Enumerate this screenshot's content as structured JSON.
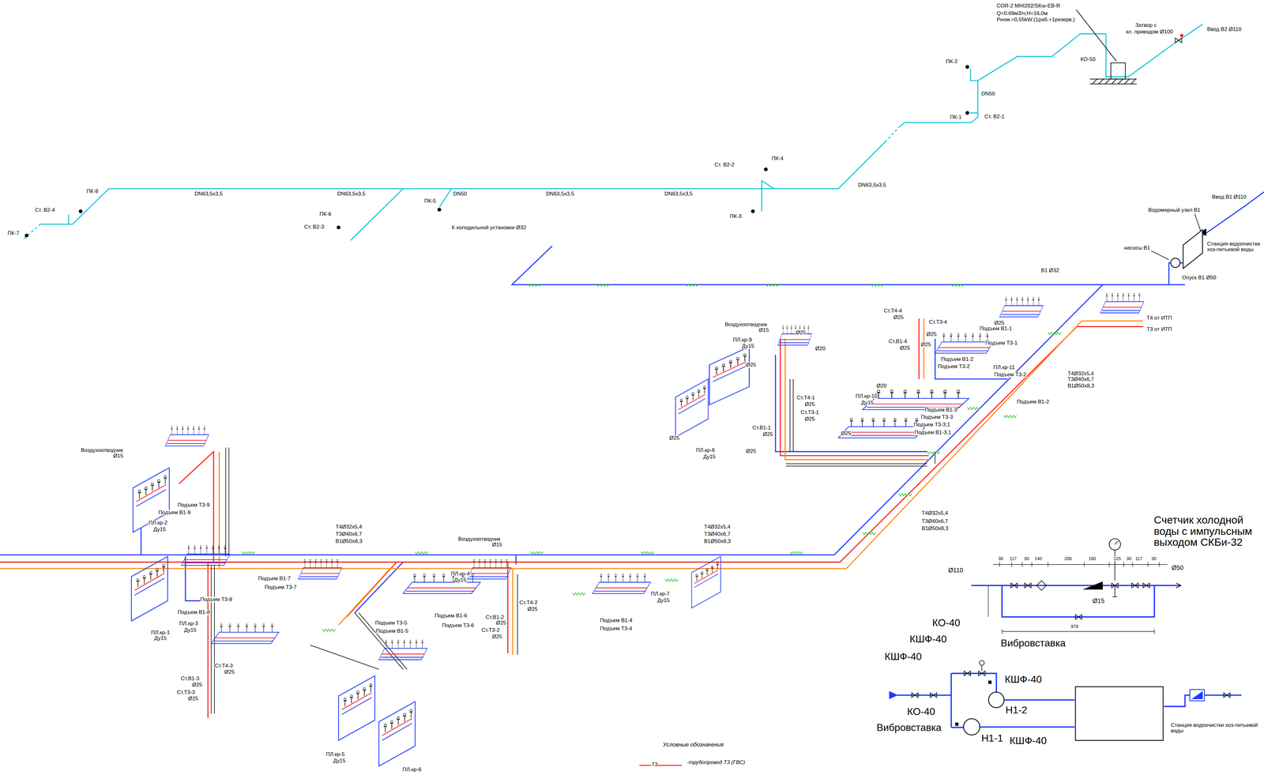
{
  "diagram": {
    "nodes": [
      {
        "text": [
          "насосы В1"
        ]
      },
      {
        "text": [
          "Станция водоочистки хоз-питьевой воды"
        ]
      },
      {
        "text": [
          "Н1-2"
        ]
      },
      {
        "text": [
          "Н1-1"
        ]
      },
      {
        "text": [
          "Станция водоочистки хоз-питьевой воды"
        ]
      }
    ],
    "edges": [
      {
        "from": 1,
        "to": 0,
        "arrow": "none"
      },
      {
        "from": 2,
        "to": 4,
        "arrow": "none"
      },
      {
        "from": 3,
        "to": 4,
        "arrow": "none"
      }
    ],
    "labels": [
      "COR-2 MHI202/SKw-EB-R",
      "Q=0.69м3/ч;H=16,0м",
      "Pном.=0,55kW.(1раб.+1резерв.)",
      "Затвор с",
      "эл. приводом Ø100",
      "Ввод В2 Ø110",
      "КО-50",
      "ПК-2",
      "DN50",
      "ПК-1",
      "Ст. В2-1",
      "Ст. В2-2",
      "ПК-4",
      "ПК-3",
      "ПК-8",
      "Ст. В2-4",
      "ПК-7",
      "DN63,5x3,5",
      "DN63,5x3,5",
      "DN63,5x3,5",
      "DN63,5x3,5",
      "DN63,5x3,5",
      "ПК-6",
      "Ст. В2-3",
      "ПК-5",
      "DN50",
      "К холодильной установки Ø32",
      "В1 Ø32",
      "Ввод В1 Ø110",
      "Водомерный узел В1",
      "Опуск В1 Ø50",
      "Т4 от ИТП",
      "Т3 от ИТП",
      "Ст.Т4-4",
      "Ø25",
      "Ст.Т3-4",
      "Ø25",
      "Ст.В1-4",
      "Ø25",
      "Ø25",
      "Ø25",
      "Подъем В1-1",
      "Подъем Т3-1",
      "Подъем В1-2",
      "Подъем Т3-2",
      "ПЛ.кр-11",
      "Подъем Т3-2",
      "Т4Ø32x5,4",
      "Т3Ø40x6,7",
      "В1Ø50x8,3",
      "Ø20",
      "ПЛ.кр-10",
      "Ду15",
      "Подъем В1-2",
      "Подъем В1-3",
      "Подъем Т3-3",
      "Подъем Т3-3,1",
      "Подъем В1-3,1",
      "Ø25",
      "Воздухоотводчик",
      "Ø15",
      "Ø25",
      "ПЛ.кр-9",
      "Ду15",
      "Ø20",
      "Ø25",
      "Ст.Т4-1",
      "Ø25",
      "Ст.Т3-1",
      "Ø25",
      "Ст.В1-1",
      "Ø25",
      "Ø25",
      "ПЛ.кр-8",
      "Ду15",
      "Ø25",
      "Т4Ø32x5,4",
      "Т3Ø40x6,7",
      "В1Ø50x8,3",
      "Воздухоотводчик",
      "Ø15",
      "Подъем Т3-9",
      "Подъем В1-9",
      "ПЛ.кр-2",
      "Ду15",
      "Т4Ø32x5,4",
      "Т3Ø40x6,7",
      "В1Ø50x8,3",
      "Т4Ø32x5,4",
      "Т3Ø40x6,7",
      "В1Ø50x8,3",
      "Воздухоотводчик",
      "Ø15",
      "Подъем В1-7",
      "Подъем Т3-7",
      "ПЛ.кр-4",
      "Ду15",
      "Подъем Т3-8",
      "Подъем В1-8",
      "ПЛ.кр-1",
      "Ду15",
      "ПЛ.кр-3",
      "Ду15",
      "Ст.Т4-2",
      "Ø25",
      "Ст.В1-2",
      "Ø25",
      "Ст.Т3-2",
      "Ø25",
      "Подъем Т3-5",
      "Подъем В1-5",
      "Подъем В1-6",
      "Подъем Т3-6",
      "ПЛ.кр-7",
      "Ду15",
      "Подъем В1-4",
      "Подъем Т3-4",
      "Ст.Т4-3",
      "Ø25",
      "Ст.В1-3",
      "Ø25",
      "Ст.Т3-3",
      "Ø25",
      "ПЛ.кр-5",
      "Ду15",
      "ПЛ.кр-6",
      "Счетчик холодной воды с импульсным выходом СКБи-32",
      "30",
      "117",
      "30",
      "140",
      "200",
      "160",
      "125",
      "30",
      "117",
      "30",
      "Ø110",
      "Ø50",
      "Ø15",
      "979",
      "КО-40",
      "КШФ-40",
      "КШФ-40",
      "Вибровставка",
      "КШФ-40",
      "КО-40",
      "Вибровставка",
      "КШФ-40",
      "Условные обозначения",
      "Т3"
    ],
    "legend": [
      {
        "text": "-трубопровод Т3 (ГВС)"
      }
    ]
  }
}
